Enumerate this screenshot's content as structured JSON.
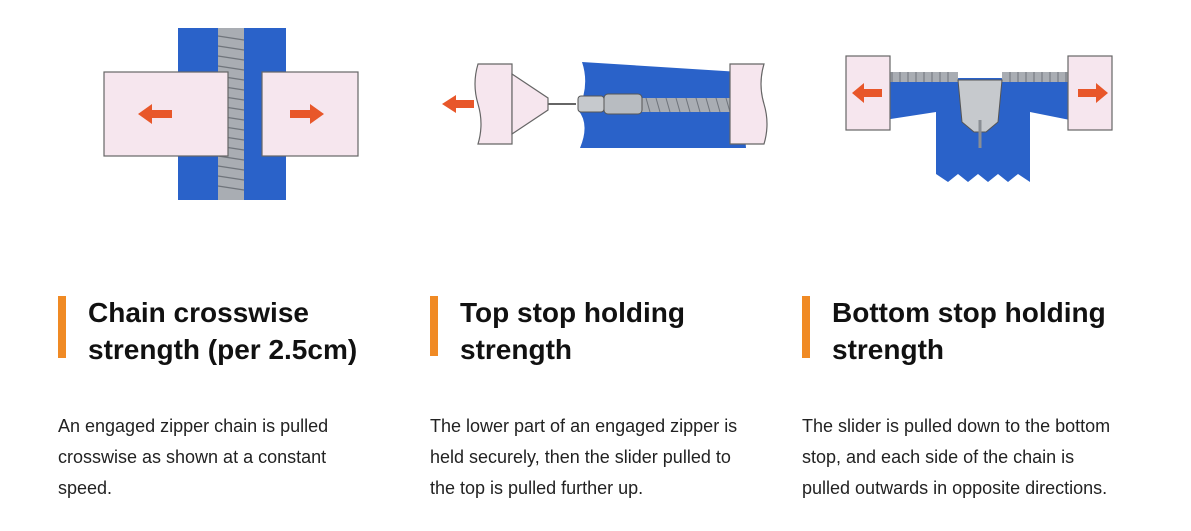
{
  "columns": [
    {
      "title_line1": "Chain crosswise",
      "title_line2": "strength (per 2.5cm)",
      "desc_line1": "An engaged zipper chain is pulled",
      "desc_line2": "crosswise as shown at a constant",
      "desc_line3": "speed."
    },
    {
      "title_line1": "Top stop holding",
      "title_line2": "strength",
      "desc_line1": "The lower part of an engaged zipper is",
      "desc_line2": "held securely, then the slider pulled to",
      "desc_line3": "the top is pulled further up."
    },
    {
      "title_line1": "Bottom stop holding",
      "title_line2": "strength",
      "desc_line1": "The slider is pulled down to the bottom",
      "desc_line2": "stop, and each side of the chain is",
      "desc_line3": "pulled outwards in opposite directions."
    }
  ],
  "colors": {
    "accent": "#f08a24",
    "arrow": "#e8572a",
    "tape": "#2a62c9",
    "clamp": "#f6e6ee",
    "teeth": "#a9adb3"
  },
  "icons": [
    "arrow-left-icon",
    "arrow-right-icon"
  ]
}
